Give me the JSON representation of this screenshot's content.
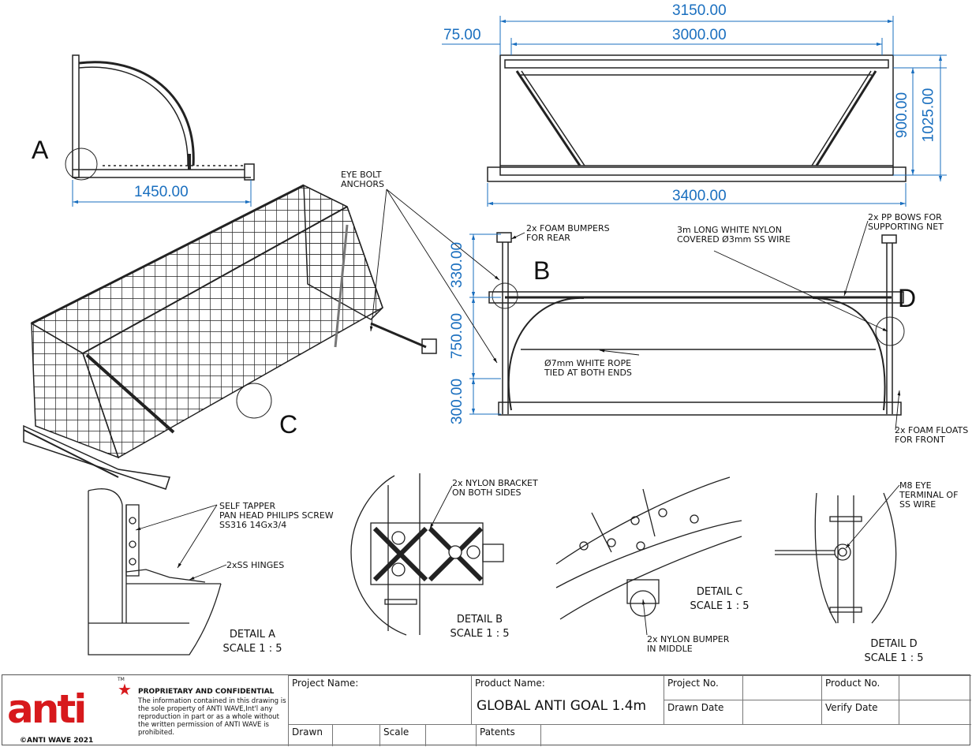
{
  "dimensions": {
    "d3150": "3150.00",
    "d3000": "3000.00",
    "d75": "75.00",
    "d1450": "1450.00",
    "d3400": "3400.00",
    "d900": "900.00",
    "d1025": "1025.00",
    "d330": "330.00",
    "d750": "750.00",
    "d300": "300.00"
  },
  "markers": {
    "a": "A",
    "b": "B",
    "c": "C",
    "d": "D"
  },
  "notes": {
    "eye_bolt": "EYE BOLT\nANCHORS",
    "foam_bumpers": "2x FOAM BUMPERS\nFOR REAR",
    "wire": "3m LONG WHITE NYLON\nCOVERED Ø3mm SS WIRE",
    "pp_bows": "2x PP BOWS FOR\nSUPPORTING NET",
    "rope": "Ø7mm WHITE ROPE\nTIED AT BOTH ENDS",
    "foam_floats": "2x FOAM FLOATS\nFOR FRONT",
    "screw": "SELF TAPPER\nPAN HEAD PHILIPS SCREW\n SS316 14Gx3/4",
    "hinges": "2xSS HINGES",
    "nylon_bracket": "2x NYLON BRACKET\nON BOTH SIDES",
    "nylon_bumper": "2x NYLON BUMPER\nIN MIDDLE",
    "m8_eye": "M8 EYE\nTERMINAL OF\nSS WIRE"
  },
  "details": {
    "a": "DETAIL A\nSCALE 1 : 5",
    "b": "DETAIL B\nSCALE 1 : 5",
    "c": "DETAIL C\nSCALE 1 : 5",
    "d": "DETAIL D\nSCALE 1 : 5"
  },
  "title_block": {
    "logo_text": "anti",
    "tm": "TM",
    "copyright": "©ANTI WAVE 2021",
    "proprietary_heading": "PROPRIETARY AND CONFIDENTIAL",
    "proprietary_body": "The information contained in this drawing is the sole property of ANTI WAVE,Int'l any  reproduction in part or as a whole without the written permission of ANTI WAVE is prohibited.",
    "project_name_label": "Project Name:",
    "product_name_label": "Product Name:",
    "product_name_value": "GLOBAL ANTI GOAL 1.4m",
    "project_no_label": "Project No.",
    "product_no_label": "Product No.",
    "drawn_date_label": "Drawn Date",
    "verify_date_label": "Verify Date",
    "drawn_label": "Drawn",
    "scale_label": "Scale",
    "patents_label": "Patents"
  },
  "colors": {
    "dimension": "#1a6fbf",
    "logo": "#d7191c",
    "line": "#222222"
  }
}
